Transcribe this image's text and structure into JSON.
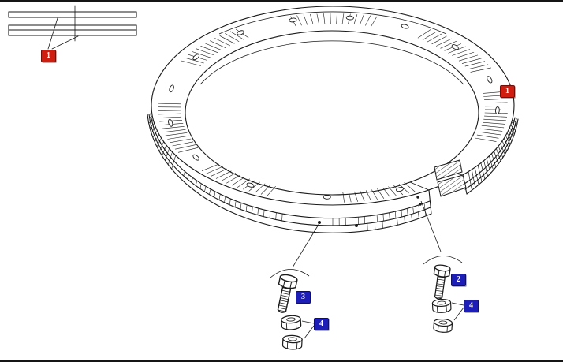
{
  "figure": {
    "background": "#ffffff",
    "line_color": "#1a1a1a"
  },
  "callouts": [
    {
      "label": "1",
      "color": "#cf1d10"
    },
    {
      "label": "1",
      "color": "#cf1d10"
    },
    {
      "label": "2",
      "color": "#1d1db8"
    },
    {
      "label": "3",
      "color": "#1d1db8"
    },
    {
      "label": "4",
      "color": "#1d1db8"
    },
    {
      "label": "4",
      "color": "#1d1db8"
    }
  ]
}
